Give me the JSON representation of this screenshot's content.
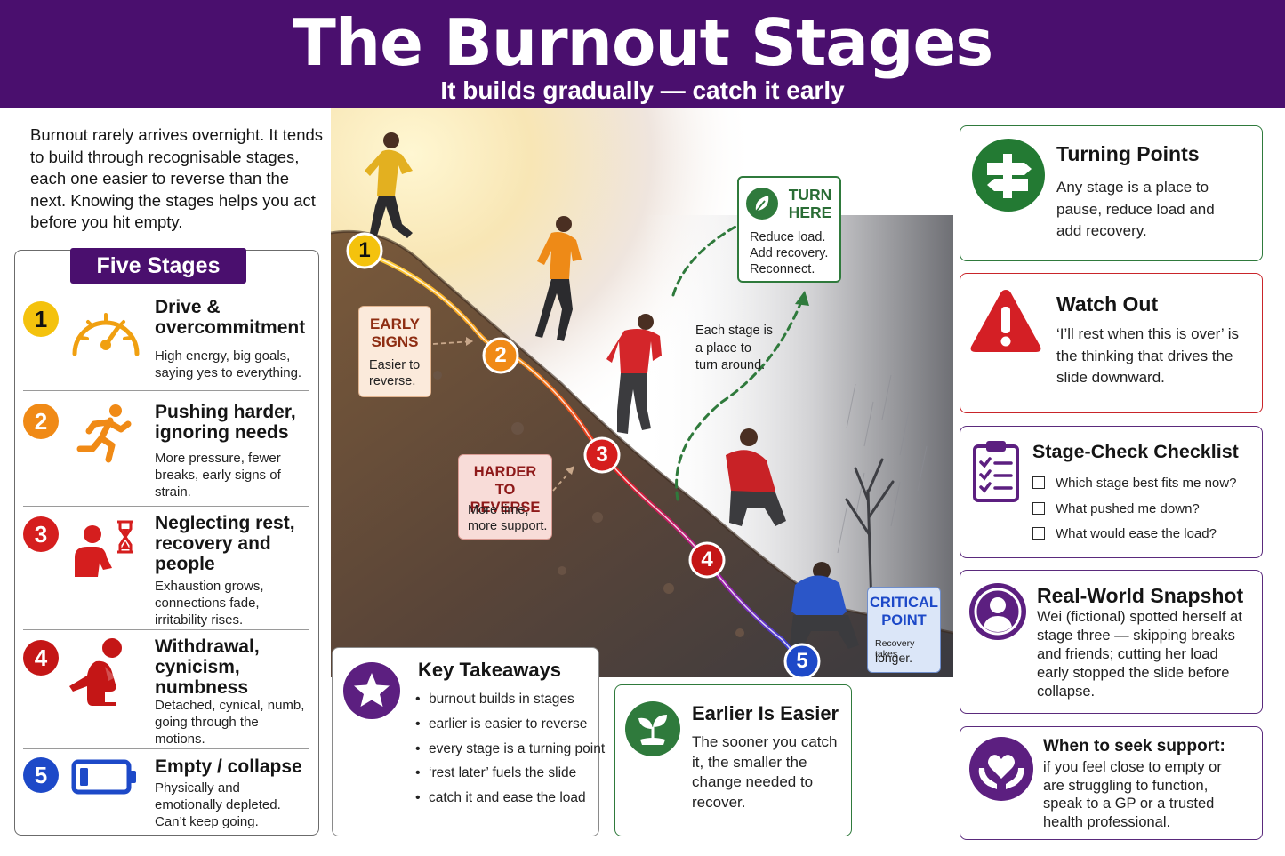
{
  "header": {
    "title": "The Burnout Stages",
    "subtitle": "It builds gradually — catch it early"
  },
  "intro": {
    "text": "Burnout rarely arrives overnight. It tends to build through recognisable stages, each one easier to reverse than the next. Knowing the stages helps you act before you hit empty."
  },
  "stages": {
    "heading": "Five Stages",
    "items": [
      {
        "num": "1",
        "title": "Drive & overcommitment",
        "desc": "High energy, big goals, saying yes to everything.",
        "icon": "gauge-icon"
      },
      {
        "num": "2",
        "title": "Pushing harder, ignoring needs",
        "desc": "More pressure, fewer breaks, early signs of strain.",
        "icon": "running-person-icon"
      },
      {
        "num": "3",
        "title": "Neglecting rest, recovery and people",
        "desc": "Exhaustion grows, connections fade, irritability rises.",
        "icon": "hourglass-person-icon"
      },
      {
        "num": "4",
        "title": "Withdrawal, cynicism, numbness",
        "desc": "Detached, cynical, numb, going through the motions.",
        "icon": "sitting-person-icon"
      },
      {
        "num": "5",
        "title": "Empty / collapse",
        "desc": "Physically and emotionally depleted. Can’t keep going.",
        "icon": "empty-battery-icon"
      }
    ]
  },
  "illustration": {
    "markers": [
      "1",
      "2",
      "3",
      "4",
      "5"
    ],
    "early_signs": {
      "title": "EARLY SIGNS",
      "body": "Easier to reverse."
    },
    "harder_to_reverse": {
      "title": "HARDER TO REVERSE",
      "body": "More time, more support."
    },
    "turn_here": {
      "title": "TURN HERE",
      "body": "Reduce load. Add recovery. Reconnect."
    },
    "turn_around": "Each stage is a place to turn around.",
    "critical_point": {
      "title": "CRITICAL POINT",
      "body_small": "Recovery takes",
      "body_large": "longer."
    }
  },
  "key_takeaways": {
    "title": "Key Takeaways",
    "items": [
      "burnout builds in stages",
      "earlier is easier to reverse",
      "every stage is a turning point",
      "‘rest later’ fuels the slide",
      "catch it and ease the load"
    ]
  },
  "earlier_is_easier": {
    "title": "Earlier Is Easier",
    "body": "The sooner you catch it, the smaller the change needed to recover."
  },
  "turning_points": {
    "title": "Turning Points",
    "body": "Any stage is a place to pause, reduce load and add recovery."
  },
  "watch_out": {
    "title": "Watch Out",
    "body": "‘I’ll rest when this is over’ is the thinking that drives the slide downward."
  },
  "checklist": {
    "title": "Stage-Check Checklist",
    "items": [
      "Which stage best fits me now?",
      "What pushed me down?",
      "What would ease the load?"
    ]
  },
  "snapshot": {
    "title": "Real-World Snapshot",
    "body": "Wei (fictional) spotted herself at stage three — skipping breaks and friends; cutting her load early stopped the slide before collapse."
  },
  "support": {
    "title": "When to seek support:",
    "body": "if you feel close to empty or are struggling to function, speak to a GP or a trusted health professional."
  },
  "colors": {
    "brand_purple": "#4a0f6e",
    "stage1": "#f4c20d",
    "stage2": "#f08a16",
    "stage3": "#d51e1e",
    "stage4": "#c41616",
    "stage5": "#1d49c8",
    "green": "#2f7a3c",
    "red": "#c9252a"
  }
}
